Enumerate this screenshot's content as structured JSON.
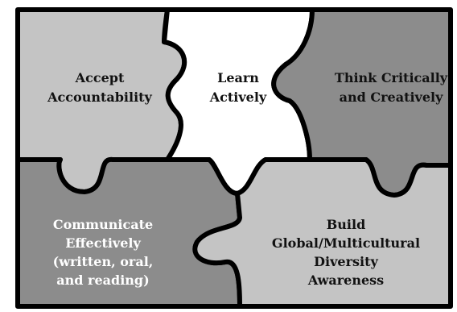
{
  "pieces": {
    "accept": {
      "lines": [
        "Accept",
        "Accountability"
      ],
      "color": "#c4c4c4",
      "text_color": "#111111"
    },
    "learn": {
      "lines": [
        "Learn",
        "Actively"
      ],
      "color": "#ffffff",
      "text_color": "#111111"
    },
    "think": {
      "lines": [
        "Think Critically",
        "and Creatively"
      ],
      "color": "#8c8c8c",
      "text_color": "#111111"
    },
    "communicate": {
      "lines": [
        "Communicate",
        "Effectively",
        "(written, oral,",
        "and reading)"
      ],
      "color": "#8c8c8c",
      "text_color": "#ffffff"
    },
    "build": {
      "lines": [
        "Build",
        "Global/Multicultural",
        "Diversity",
        "Awareness"
      ],
      "color": "#c4c4c4",
      "text_color": "#111111"
    }
  },
  "border_color": "#000000"
}
